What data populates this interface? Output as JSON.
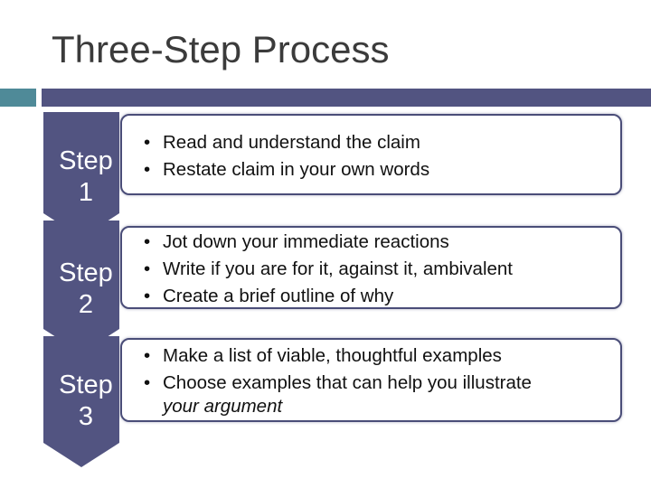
{
  "slide": {
    "title": "Three-Step Process"
  },
  "colors": {
    "title_text": "#3b3b3b",
    "accent_teal": "#4f8a98",
    "accent_navy": "#525481",
    "chevron_fill": "#525481",
    "box_border": "#4a4d78"
  },
  "steps": [
    {
      "label_line1": "Step",
      "label_line2": "1",
      "bullets": [
        "Read and understand the claim",
        "Restate claim in your own words"
      ]
    },
    {
      "label_line1": "Step",
      "label_line2": "2",
      "bullets": [
        "Jot down your immediate reactions",
        "Write if you are for it, against it, ambivalent",
        "Create a brief outline of why"
      ]
    },
    {
      "label_line1": "Step",
      "label_line2": "3",
      "bullets": [
        "Make a list of viable, thoughtful examples",
        "Choose examples that can help you illustrate",
        "your argument"
      ]
    }
  ]
}
